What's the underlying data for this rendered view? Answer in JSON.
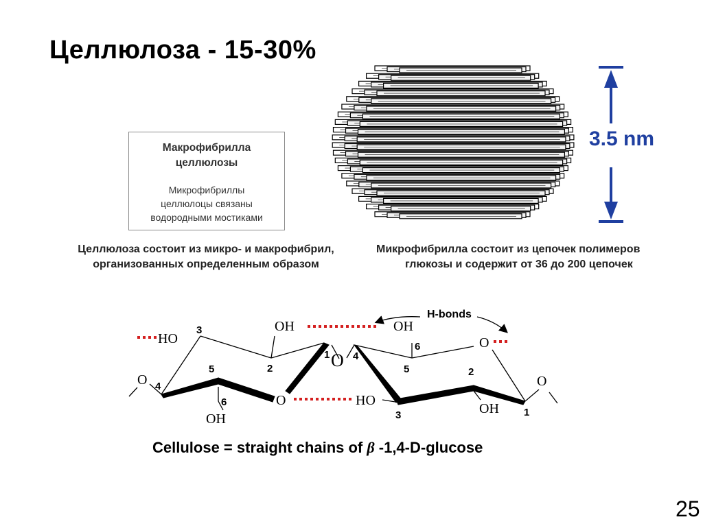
{
  "slide": {
    "title": "Целлюлоза - 15-30%",
    "page_number": "25"
  },
  "box": {
    "title_line1": "Макрофибрилла",
    "title_line2": "целлюлозы",
    "body_line1": "Микрофибриллы",
    "body_line2": "целлюлоцы связаны",
    "body_line3": "водородными мостиками"
  },
  "captions": {
    "left_line1": "Целлюлоза состоит из микро- и макрофибрил,",
    "left_line2": "организованных определенным образом",
    "right_line1": "Микрофибрилла состоит из цепочек полимеров",
    "right_line2": "глюкозы и содержит от 36 до 200 цепочек"
  },
  "microfibril": {
    "scale_label": "3.5 nm",
    "scale_color": "#1f3fa0"
  },
  "formula": {
    "hbonds_label": "H-bonds",
    "caption_prefix": "Cellulose = straight chains of ",
    "caption_beta": "β",
    "caption_suffix": " -1,4-D-glucose",
    "hbond_color": "#d42020",
    "labels": {
      "ho_left": "HO",
      "oh_top_left": "OH",
      "oh_top_right": "OH",
      "o_right_top": "O",
      "o_left_ring": "O",
      "oh_bottom_left": "OH",
      "o_bridge_bottom": "O",
      "ho_bottom_right": "HO",
      "oh_bottom_right": "OH",
      "o_right_end": "O",
      "n3_left": "3",
      "n2_left": "2",
      "n1_left": "1",
      "n4_mid": "4",
      "n6_top_right": "6",
      "n5_left": "5",
      "n6_bottom_left": "6",
      "n4_left": "4",
      "n5_right": "5",
      "n2_right": "2",
      "n3_right": "3",
      "n1_right": "1"
    }
  }
}
